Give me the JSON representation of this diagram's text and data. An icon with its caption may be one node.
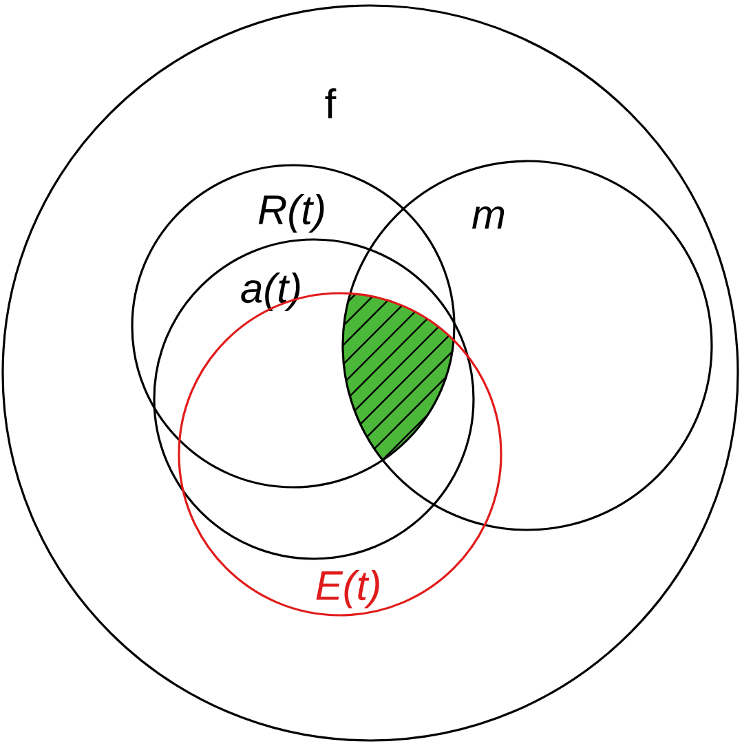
{
  "diagram": {
    "nodes": [
      {
        "text": [
          "f"
        ]
      },
      {
        "text": [
          "R(t)"
        ],
        "in": 0
      },
      {
        "text": [
          "a(t)"
        ],
        "in": 0
      },
      {
        "text": [
          "m"
        ],
        "in": 0
      },
      {
        "text": [
          "E(t)"
        ],
        "in": 0
      }
    ]
  }
}
